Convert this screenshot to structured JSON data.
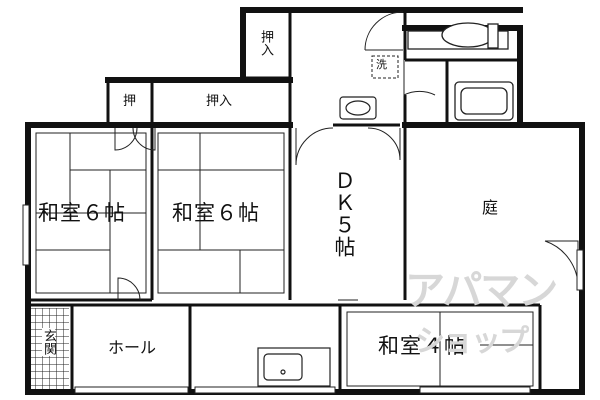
{
  "rooms": {
    "washitsu_left": "和室６帖",
    "washitsu_center": "和室６帖",
    "dk": "ＤＫ５帖",
    "niwa": "庭",
    "washitsu_4": "和室４帖",
    "hall": "ホール",
    "genkan": "玄関"
  },
  "storage": {
    "oshiire_top": "押入",
    "oshiire_small": "押",
    "oshiire_mid": "押入"
  },
  "fixtures": {
    "washer": "洗"
  },
  "watermark": {
    "line1": "アパマン",
    "line2": "ショップ"
  }
}
